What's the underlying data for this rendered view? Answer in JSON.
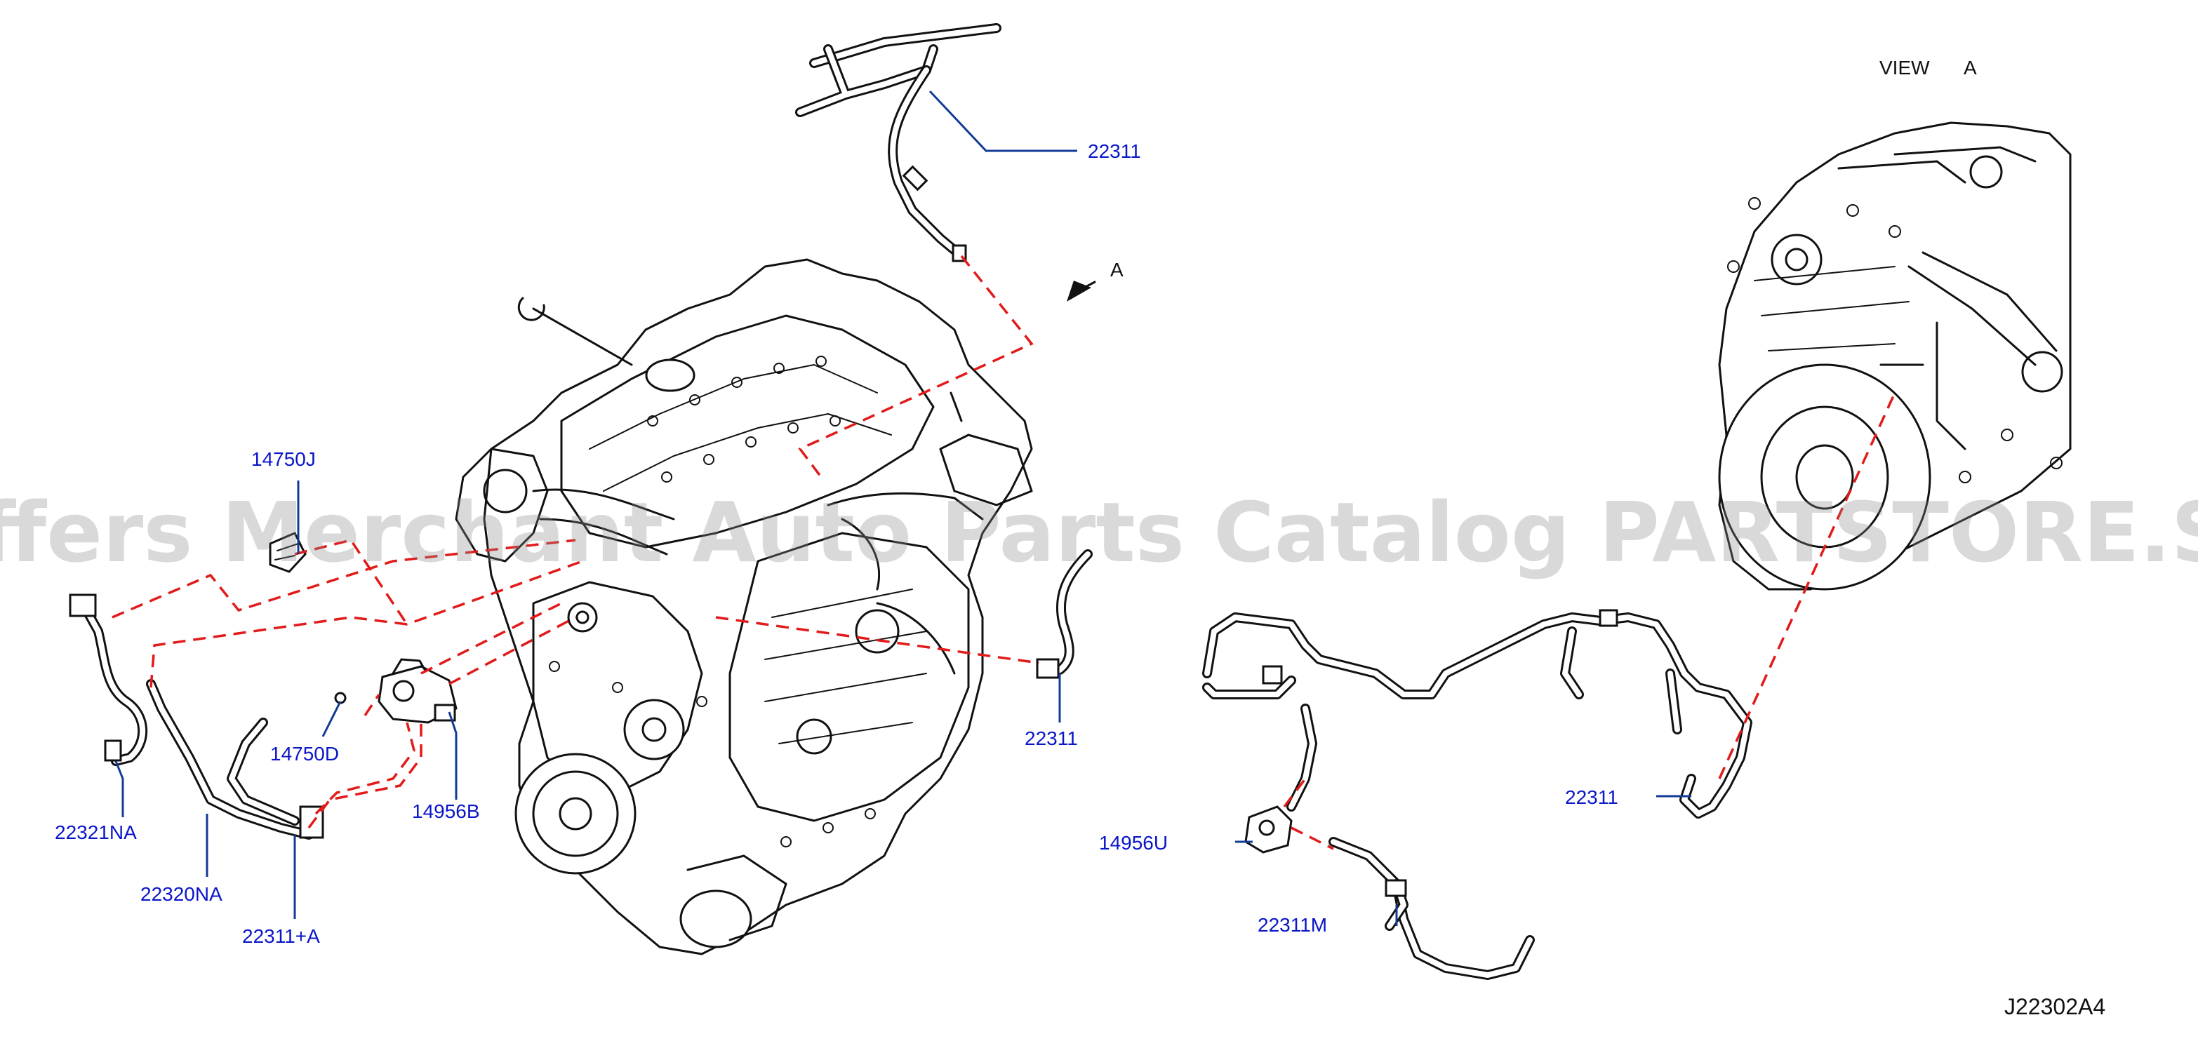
{
  "watermark": "Offers Merchant Auto Parts Catalog PARTSTORE.SA",
  "view_label": {
    "view": "VIEW",
    "letter": "A"
  },
  "arrow_label": "A",
  "diagram_code": "J22302A4",
  "callouts": {
    "c_22311_top": "22311",
    "c_22311_mid": "22311",
    "c_22311_right": "22311",
    "c_14750J": "14750J",
    "c_14750D": "14750D",
    "c_14956B": "14956B",
    "c_22321NA": "22321NA",
    "c_22320NA": "22320NA",
    "c_22311A": "22311+A",
    "c_14956U": "14956U",
    "c_22311M": "22311M"
  },
  "colors": {
    "label_blue": "#0a16c8",
    "leader_blue": "#123b96",
    "dash_red": "#e21a1a",
    "line_black": "#111111"
  }
}
